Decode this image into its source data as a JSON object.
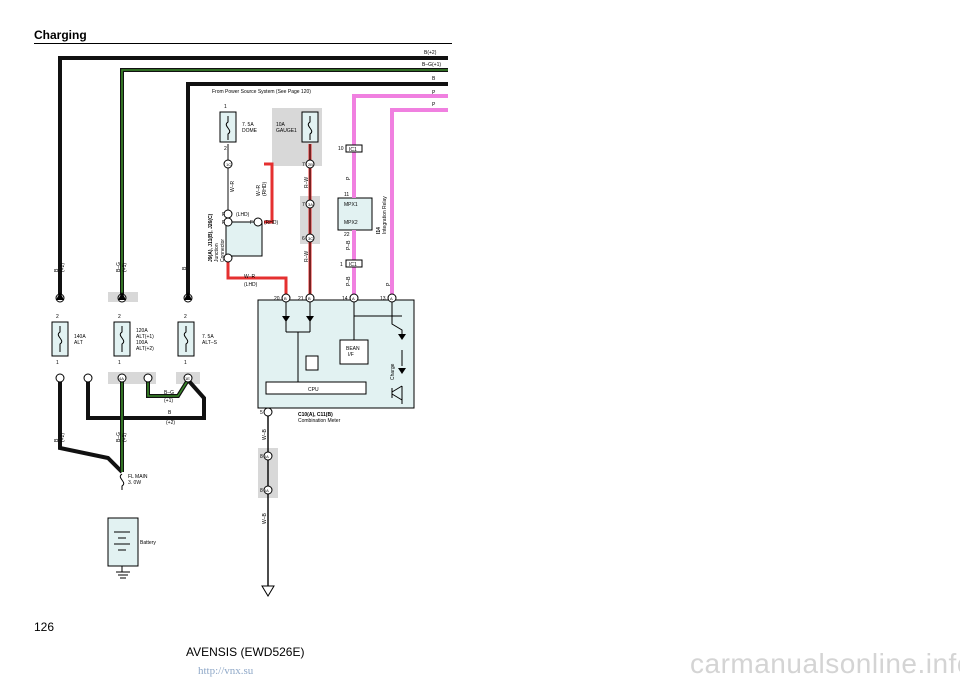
{
  "header": {
    "title": "Charging"
  },
  "footer": {
    "page_number": "126",
    "model": "AVENSIS (EWD526E)",
    "url": "http://vnx.su"
  },
  "watermark": "carmanualsonline.info",
  "colors": {
    "black_wire": "#111111",
    "green_stripe": "#3a8a2a",
    "red_stripe": "#e53030",
    "pink_wire": "#f080e0",
    "fuse_box": "#e2f2f2",
    "gray_zone": "#d8d8d8"
  },
  "wires_right": {
    "w1": "B(+2)",
    "w2": "B–G(+1)",
    "w3": "B",
    "w4": "P",
    "w5": "P"
  },
  "power_note": "From Power Source System (See Page 120)",
  "fuses": {
    "dome": {
      "rating": "7. 5A",
      "name": "DOME"
    },
    "gauge": {
      "rating": "10A",
      "name": "GAUGE1"
    },
    "alt": {
      "rating": "140A",
      "name": "ALT"
    },
    "alt_big": {
      "l1": "120A",
      "l2": "ALT(+1)",
      "l3": "100A",
      "l4": "ALT(+2)"
    },
    "alt_s": {
      "rating": "7. 5A",
      "name": "ALT–S"
    },
    "fl_main": {
      "l1": "FL MAIN",
      "l2": "3. 0W"
    }
  },
  "battery": "Battery",
  "junction": {
    "id": "J9(A), J11(B), J26(C)",
    "l1": "Junction",
    "l2": "Connector",
    "lhd": "(LHD)",
    "rhd": "(RHD)",
    "lhd2": "(LHD)",
    "wr": "W–R",
    "rhd_w": "(RHD)",
    "f1": "F",
    "f2": "F",
    "f3": "F"
  },
  "relay": {
    "name": "I14",
    "desc": "Integration Relay",
    "mpx1": "MPX1",
    "mpx2": "MPX2",
    "pin11": "11",
    "pin22": "22",
    "pin10": "10",
    "pin1": "1",
    "conn1": "IC1",
    "conn2": "IC1"
  },
  "meter": {
    "name": "C10(A), C11(B)",
    "desc": "Combination Meter",
    "bean1": "BEAN",
    "bean2": "I/F",
    "cpu": "CPU",
    "charge": "Charge"
  },
  "pins": {
    "p20": "20",
    "p21": "21",
    "p14": "14",
    "p13": "13",
    "p5": "5",
    "pin7a": "7",
    "pin7b": "7",
    "pin6": "6",
    "pin8a": "8",
    "pin8b": "8",
    "pin2a": "2",
    "pin1a": "1",
    "pin2b": "2",
    "pin1b": "1",
    "pin2c": "2",
    "pin1c": "1",
    "pin2d": "2",
    "pin1d": "1",
    "pin2e": "2",
    "pin1e": "1"
  },
  "conns": {
    "c1": "1C",
    "c2": "2B",
    "c3": "1B",
    "c4": "1D",
    "c5": "1E",
    "c6": "3A",
    "c7": "3C",
    "c8": "1B",
    "c9": "1D",
    "c10": "1F",
    "c11": "B",
    "c12": "A",
    "c13": "A",
    "c14": "B",
    "c15": "3",
    "c16": "1",
    "c17": "2",
    "c18": "1E",
    "c19": "IA",
    "c20": "IA",
    "c21": "4A",
    "c22": "4A"
  },
  "wire_labels": {
    "wr1": "W–R",
    "wr2": "W–R",
    "rw1": "R–W",
    "rw2": "R–W",
    "p1": "P",
    "pb1": "P–B",
    "pb2": "P–B",
    "p2": "P",
    "wb1": "W–B",
    "wb2": "W–B",
    "b1": "B",
    "b2": "(+2)",
    "bg1": "B–G",
    "bg2": "(+1)",
    "b3": "B",
    "b4": "B",
    "b5": "(+2)",
    "bg3": "B–G",
    "bg4": "(+1)",
    "bg5": "B–G",
    "bg6": "(+1)",
    "b6": "B",
    "b7": "(+2)"
  }
}
